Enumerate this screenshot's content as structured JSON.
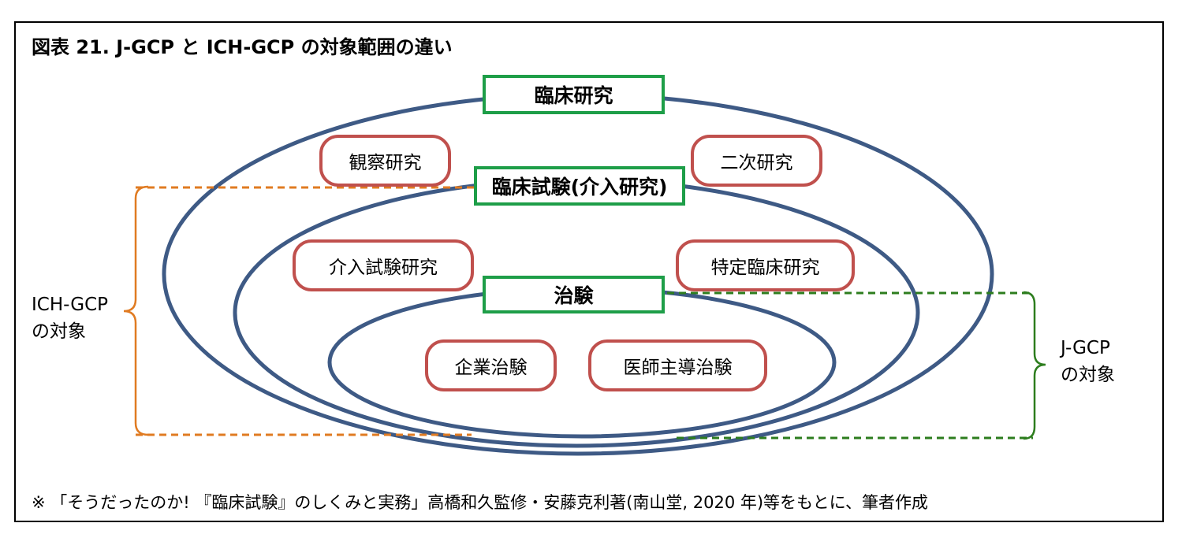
{
  "header": {
    "title": "図表 21. J-GCP と ICH-GCP の対象範囲の違い"
  },
  "diagram": {
    "outer_label": "臨床研究",
    "middle_label": "臨床試験(介入研究)",
    "inner_label": "治験",
    "outer_items": [
      "観察研究",
      "二次研究"
    ],
    "middle_items": [
      "介入試験研究",
      "特定臨床研究"
    ],
    "inner_items": [
      "企業治験",
      "医師主導治験"
    ],
    "ich_gcp_scope": {
      "line1": "ICH-GCP",
      "line2": "の対象"
    },
    "j_gcp_scope": {
      "line1": "J-GCP",
      "line2": "の対象"
    }
  },
  "colors": {
    "ellipse": "#3e5a85",
    "green": "#1e9e48",
    "red": "#c0504d",
    "orange": "#e07b22",
    "dash_green": "#2d7d1e"
  },
  "footer": {
    "note": "※ 「そうだったのか! 『臨床試験』のしくみと実務」高橋和久監修・安藤克利著(南山堂, 2020 年)等をもとに、筆者作成"
  }
}
